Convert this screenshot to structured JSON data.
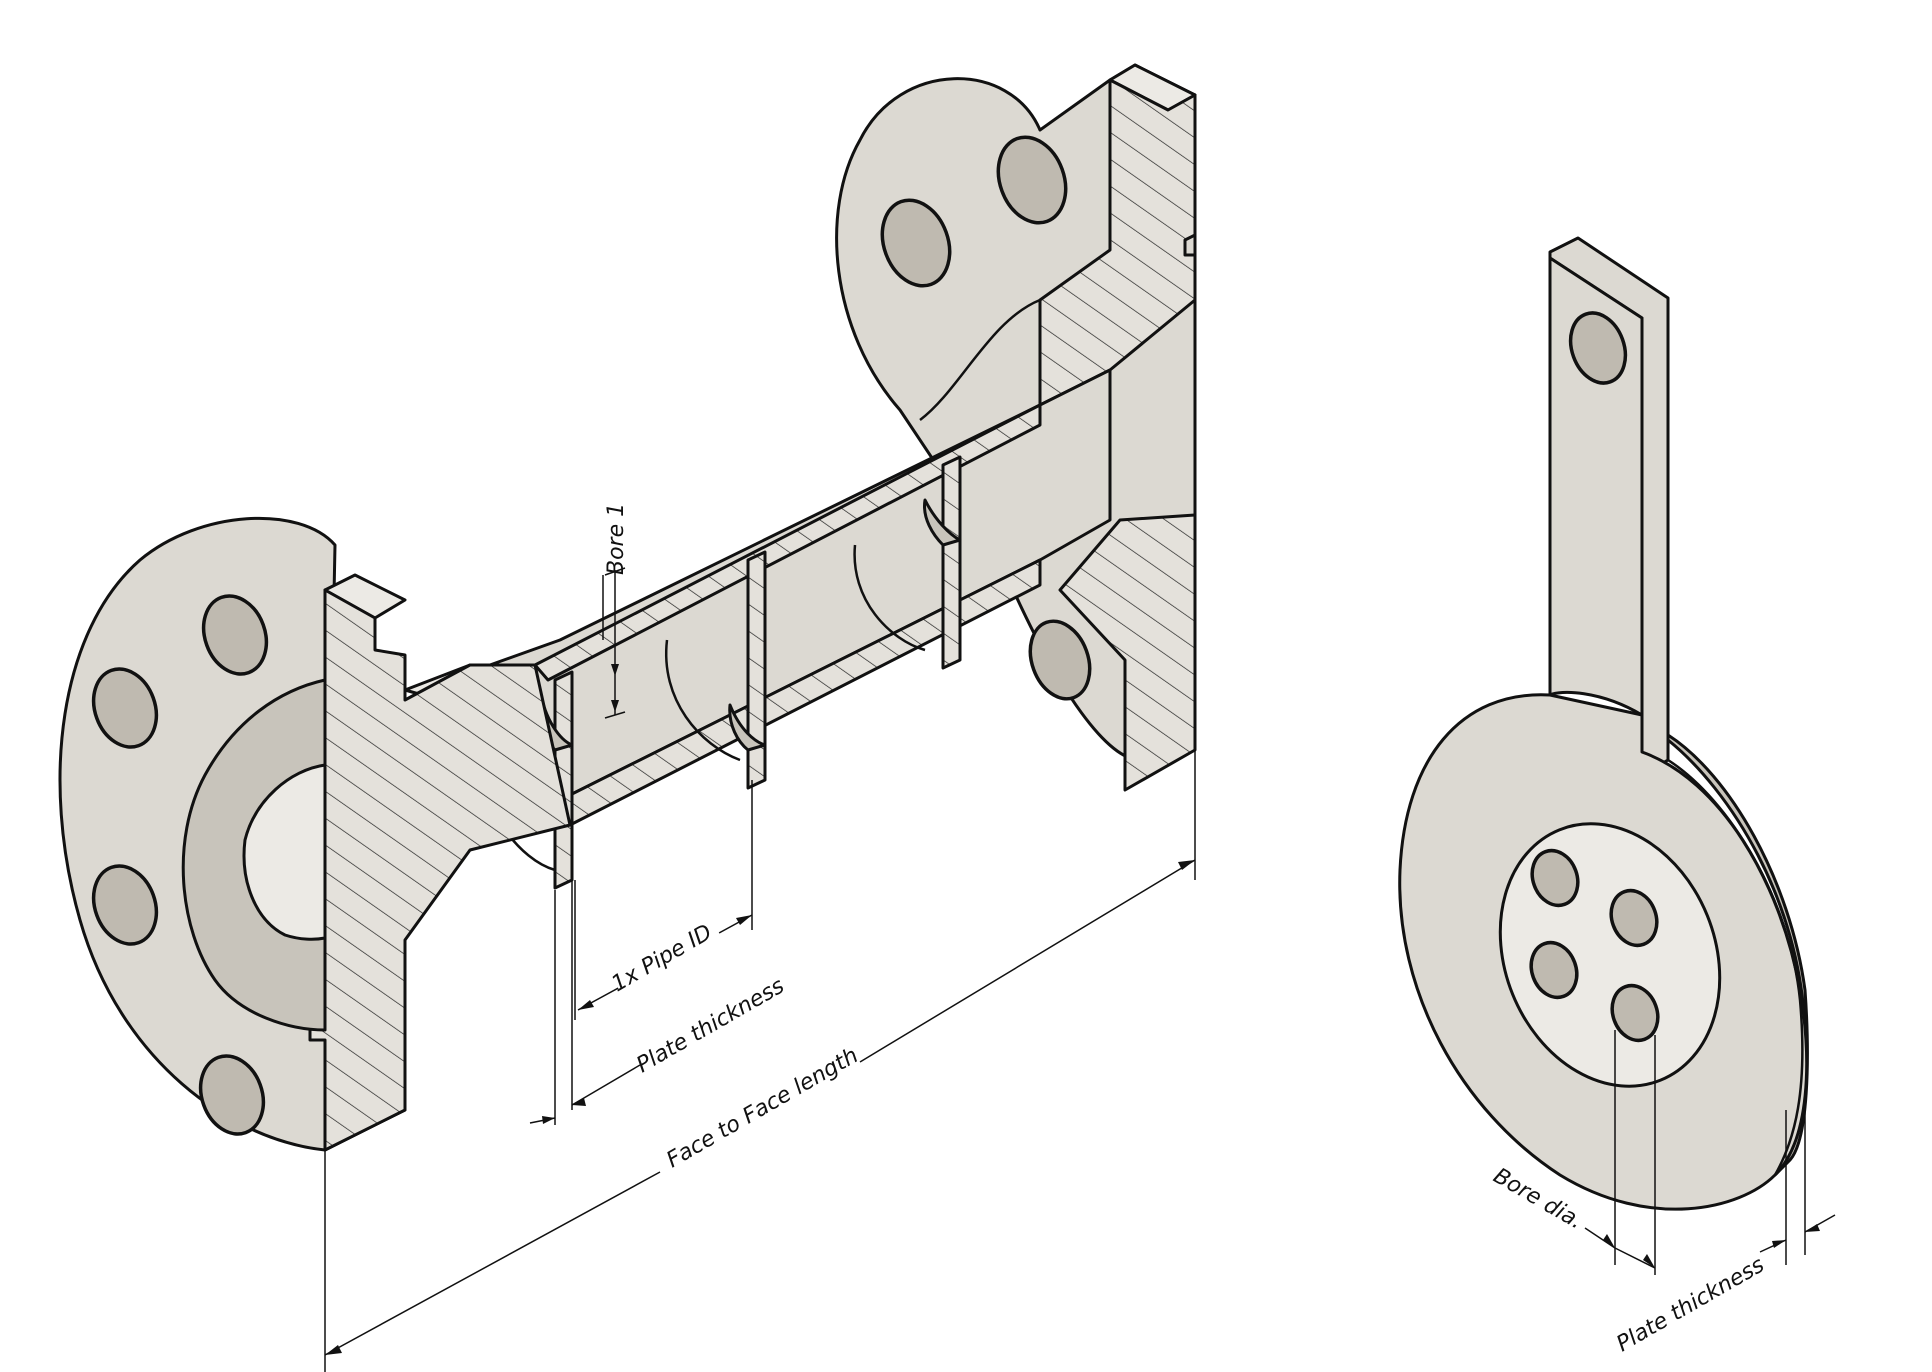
{
  "labels": {
    "bore_1": "Bore 1",
    "pipe_id": "1x Pipe ID",
    "plate_thickness_assembly": "Plate thickness",
    "face_to_face": "Face to Face length",
    "bore_dia": "Bore dia.",
    "plate_thickness_plate": "Plate thickness"
  },
  "colors": {
    "metal": "#dcd9d2",
    "outline": "#111111",
    "background": "#ffffff"
  }
}
